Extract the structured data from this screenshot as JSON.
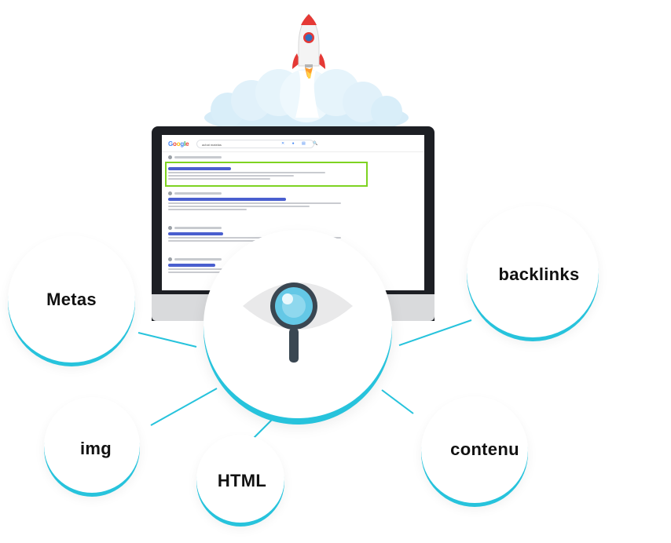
{
  "bubbles": {
    "metas": "Metas",
    "img": "img",
    "html": "HTML",
    "backlinks": "backlinks",
    "contenu": "contenu"
  },
  "search": {
    "logo": [
      "G",
      "o",
      "o",
      "g",
      "l",
      "e"
    ],
    "logo_colors": [
      "#4285f4",
      "#ea4335",
      "#fbbc05",
      "#4285f4",
      "#34a853",
      "#ea4335"
    ],
    "query": "achat matelas"
  },
  "colors": {
    "accent_cyan": "#27c3dc",
    "highlight_green": "#7ed321",
    "rocket_red": "#e53935",
    "eye_grey": "#e9e9ea",
    "lens_blue": "#64c8e6",
    "handle_dark": "#3a4752"
  },
  "icons": [
    "rocket-icon",
    "cloud-icon",
    "eye-icon",
    "magnifier-icon"
  ]
}
